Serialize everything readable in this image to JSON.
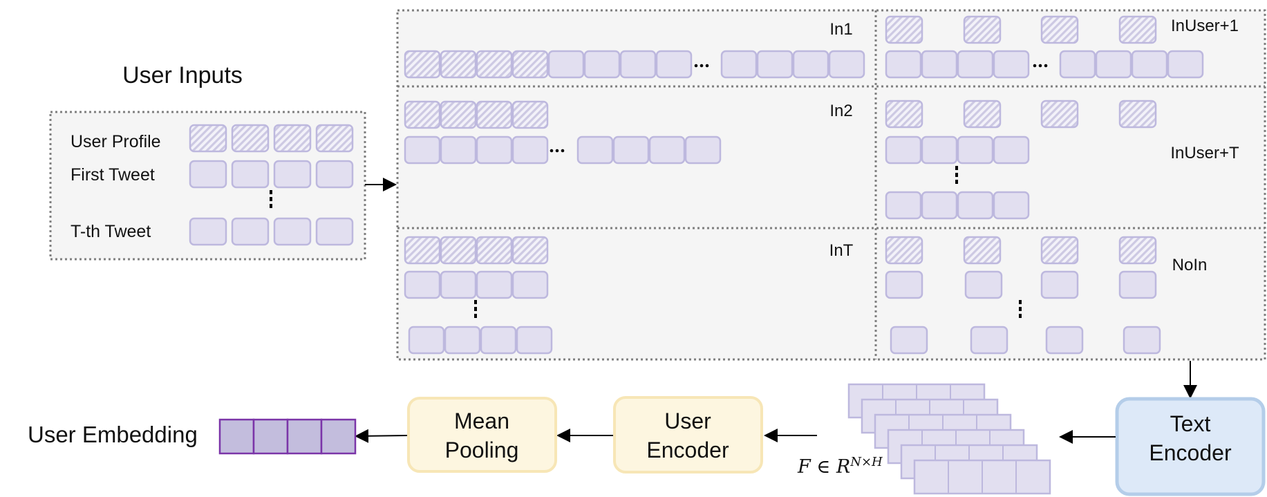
{
  "user_inputs": {
    "title": "User Inputs",
    "rows": [
      {
        "label": "User Profile",
        "kind": "profile"
      },
      {
        "label": "First Tweet",
        "kind": "tweet"
      },
      {
        "label": "T-th Tweet",
        "kind": "tweet"
      }
    ]
  },
  "panels": {
    "in1": "In1",
    "inuser1": "InUser+1",
    "in2": "In2",
    "inuserT": "InUser+T",
    "inT": "InT",
    "noin": "NoIn"
  },
  "pipeline": {
    "text_encoder": [
      "Text",
      "Encoder"
    ],
    "feature_label": "F ∈ R",
    "feature_sup": "N×H",
    "user_encoder": [
      "User",
      "Encoder"
    ],
    "mean_pooling": [
      "Mean",
      "Pooling"
    ],
    "user_embedding": "User Embedding"
  },
  "colors": {
    "cell_fill": "#e2dff0",
    "cell_stroke": "#bdb8de",
    "hatch": "#c9c5e0",
    "panel_bg": "#f5f5f5",
    "dotted": "#7f7f7f",
    "text_encoder_fill": "#dde9f8",
    "text_encoder_stroke": "#b4cde9",
    "encoder_fill": "#fdf6e0",
    "encoder_stroke": "#f7e6b6",
    "embedding_fill": "#c3bddd",
    "embedding_stroke": "#7b35a8"
  }
}
